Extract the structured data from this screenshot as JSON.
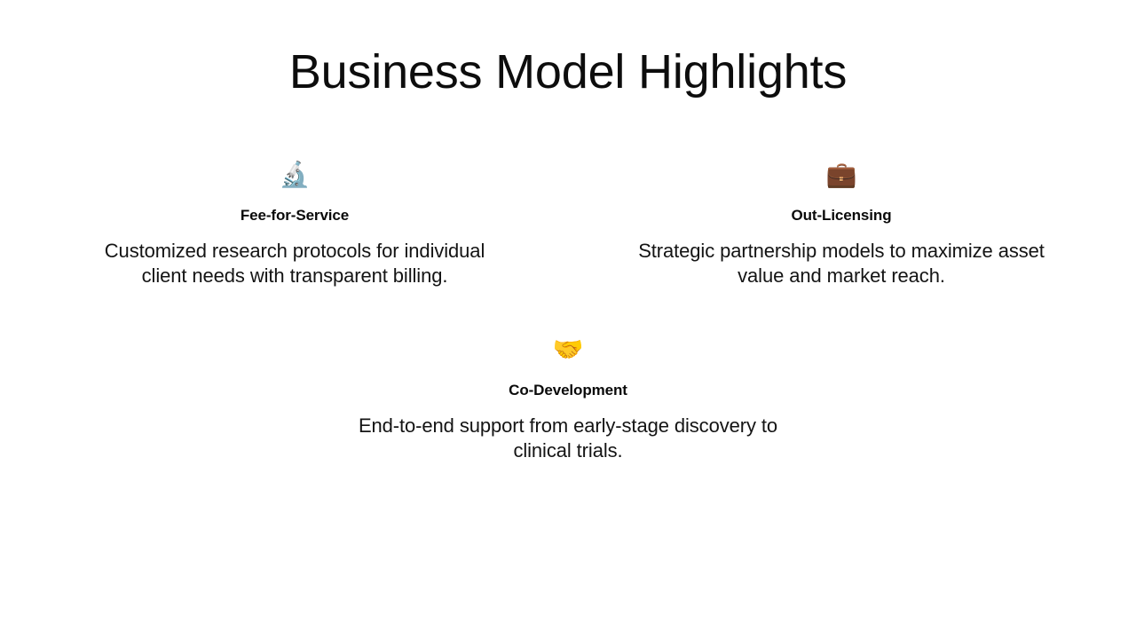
{
  "slide": {
    "title": "Business Model Highlights",
    "background_color": "#ffffff",
    "text_color": "#141414"
  },
  "cards": [
    {
      "icon": "🔬",
      "icon_name": "microscope-icon",
      "heading": "Fee-for-Service",
      "body": "Customized research protocols for individual client needs with transparent billing."
    },
    {
      "icon": "💼",
      "icon_name": "briefcase-icon",
      "heading": "Out-Licensing",
      "body": "Strategic partnership models to maximize asset value and market reach."
    },
    {
      "icon": "🤝",
      "icon_name": "handshake-icon",
      "heading": "Co-Development",
      "body": "End-to-end support from early-stage discovery to clinical trials."
    }
  ]
}
